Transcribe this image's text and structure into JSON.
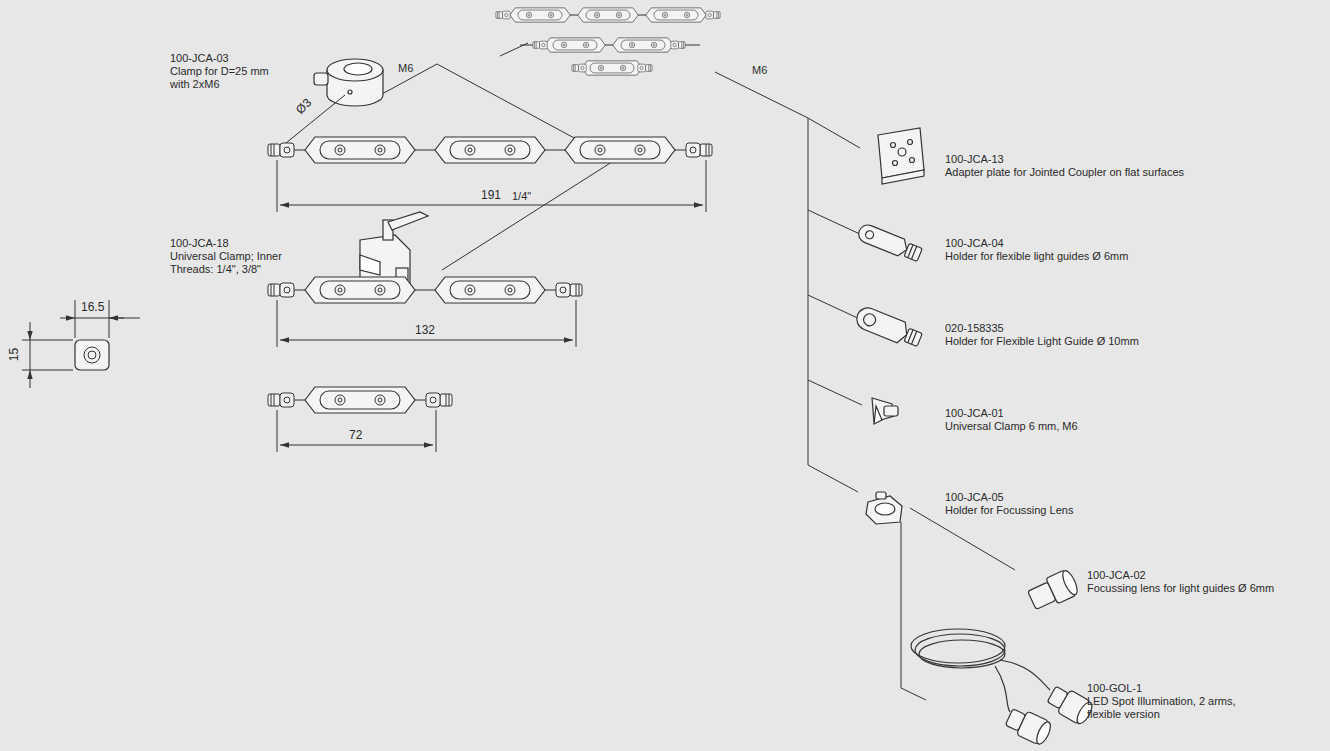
{
  "diagram": {
    "labels": [
      "100-JCA-03",
      "Clamp for D=25 mm with 2xM6",
      "M6",
      "100-JCA-18",
      "Universal Clamp; Inner Threads: 1/4\", 3/8\"",
      "1/4\"",
      "M6",
      "100-JCA-13",
      "Adapter plate for Jointed Coupler on flat surfaces",
      "100-JCA-04",
      "Holder for flexible light guides Ø 6mm",
      "020-158335",
      "Holder for Flexible Light Guide Ø 10mm",
      "100-JCA-01",
      "Universal Clamp 6 mm, M6",
      "100-JCA-05",
      "Holder for Focussing Lens",
      "100-JCA-02",
      "Focussing lens for light guides Ø 6mm",
      "100-GOL-1",
      "LED Spot Illumination, 2 arms, flexible version",
      "Ø3",
      "191",
      "132",
      "72",
      "16.5",
      "15"
    ]
  }
}
